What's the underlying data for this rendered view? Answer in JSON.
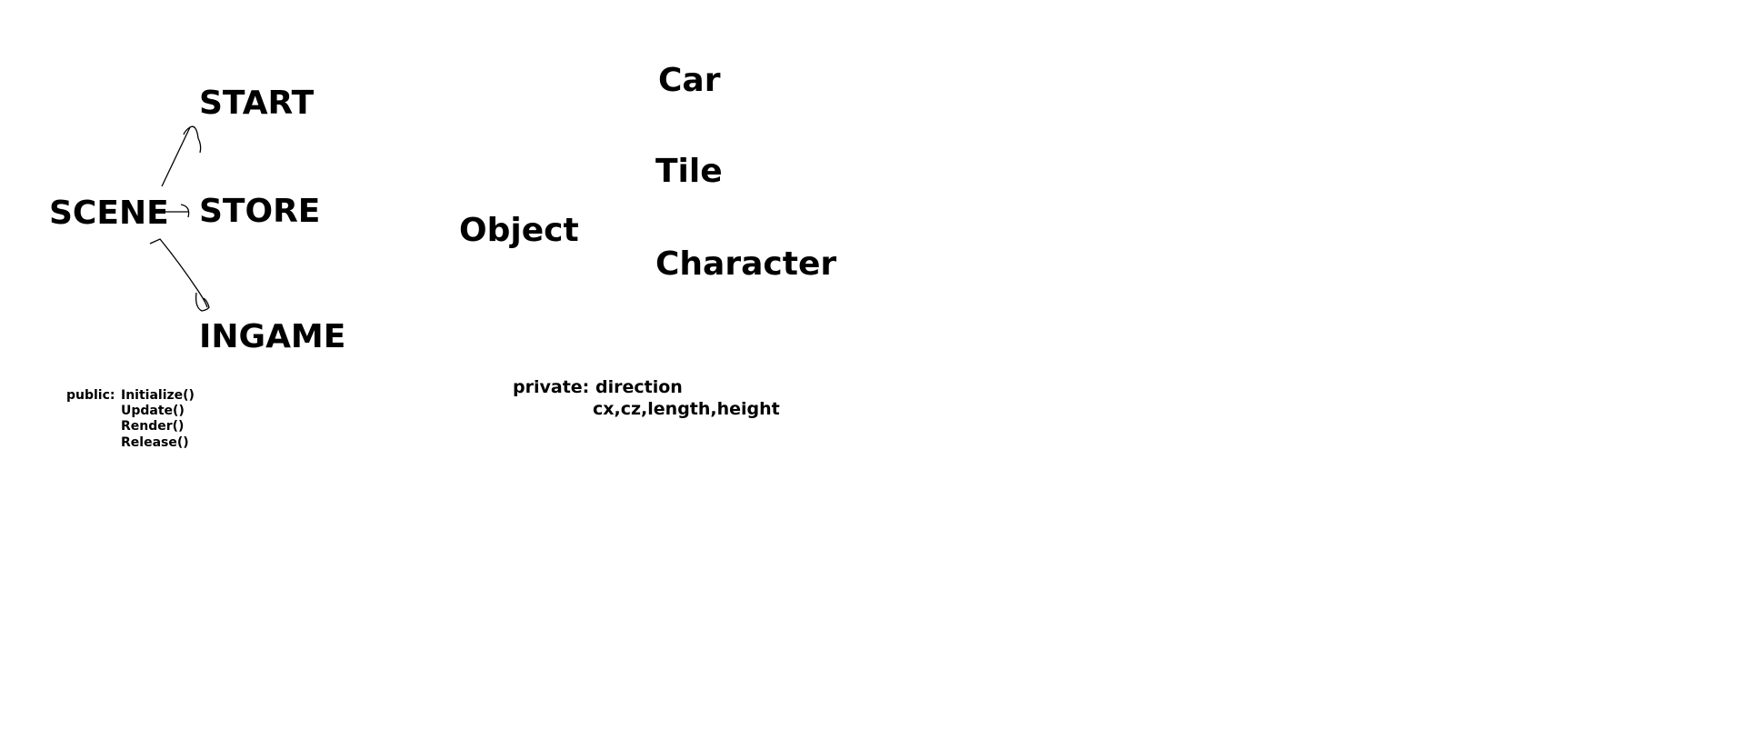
{
  "scene_diagram": {
    "root": "SCENE",
    "children": [
      "START",
      "STORE",
      "INGAME"
    ],
    "methods_label": "public:",
    "methods": [
      "Initialize()",
      "Update()",
      "Render()",
      "Release()"
    ]
  },
  "object_diagram": {
    "root": "Object",
    "children": [
      "Car",
      "Tile",
      "Character"
    ],
    "members_label": "private:",
    "members": [
      "direction",
      "cx,cz,length,height"
    ]
  },
  "colors": {
    "background": "#ffffff",
    "ink": "#000000"
  }
}
